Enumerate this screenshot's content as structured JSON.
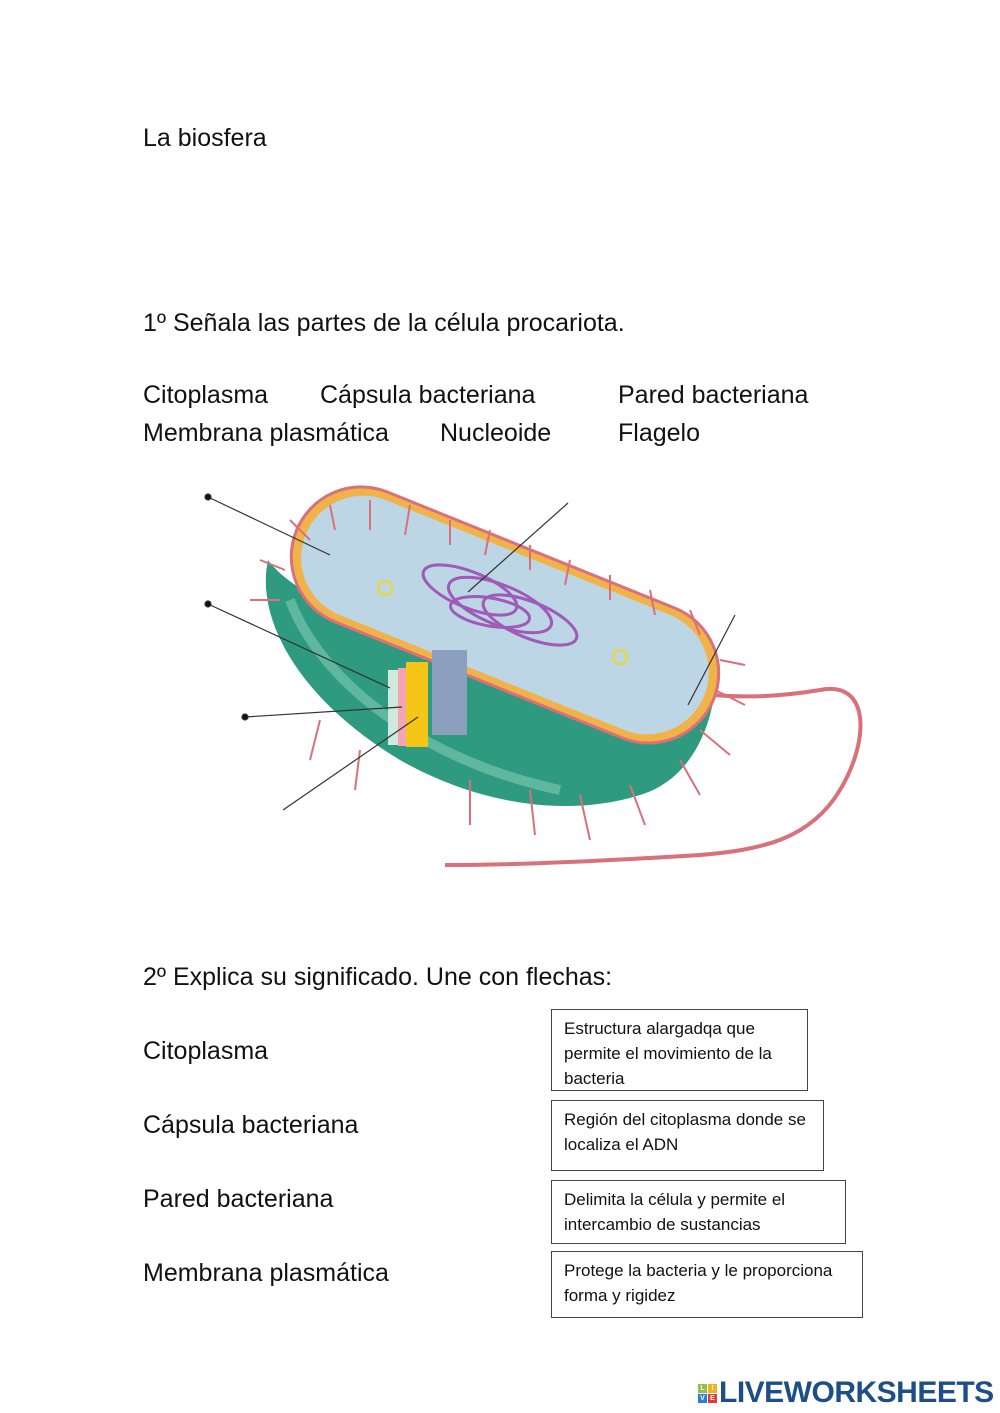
{
  "title": "La biosfera",
  "q1": {
    "heading": "1º Señala las partes de la célula procariota.",
    "terms_row1": [
      "Citoplasma",
      "Cápsula bacteriana",
      "Pared bacteriana"
    ],
    "terms_row2": [
      "Membrana plasmática",
      "Nucleoide",
      "Flagelo"
    ]
  },
  "q2": {
    "heading": "2º Explica su significado. Une con flechas:",
    "terms": [
      "Citoplasma",
      "Cápsula bacteriana",
      "Pared bacteriana",
      "Membrana plasmática"
    ],
    "definitions": [
      "Estructura alargadqa que permite el movimiento de la bacteria",
      "Región del citoplasma donde se localiza el ADN",
      "Delimita la célula y permite el intercambio de sustancias",
      "Protege la bacteria y le proporciona forma y rigidez"
    ]
  },
  "logo": {
    "text": "LIVEWORKSHEETS",
    "letters": [
      "L",
      "I",
      "V",
      "E"
    ],
    "colors": [
      "#8bc34a",
      "#f2b21b",
      "#2a7fd4",
      "#e53935"
    ]
  },
  "colors": {
    "text": "#111111",
    "box_border": "#444444",
    "logo_blue": "#1d4f86"
  }
}
